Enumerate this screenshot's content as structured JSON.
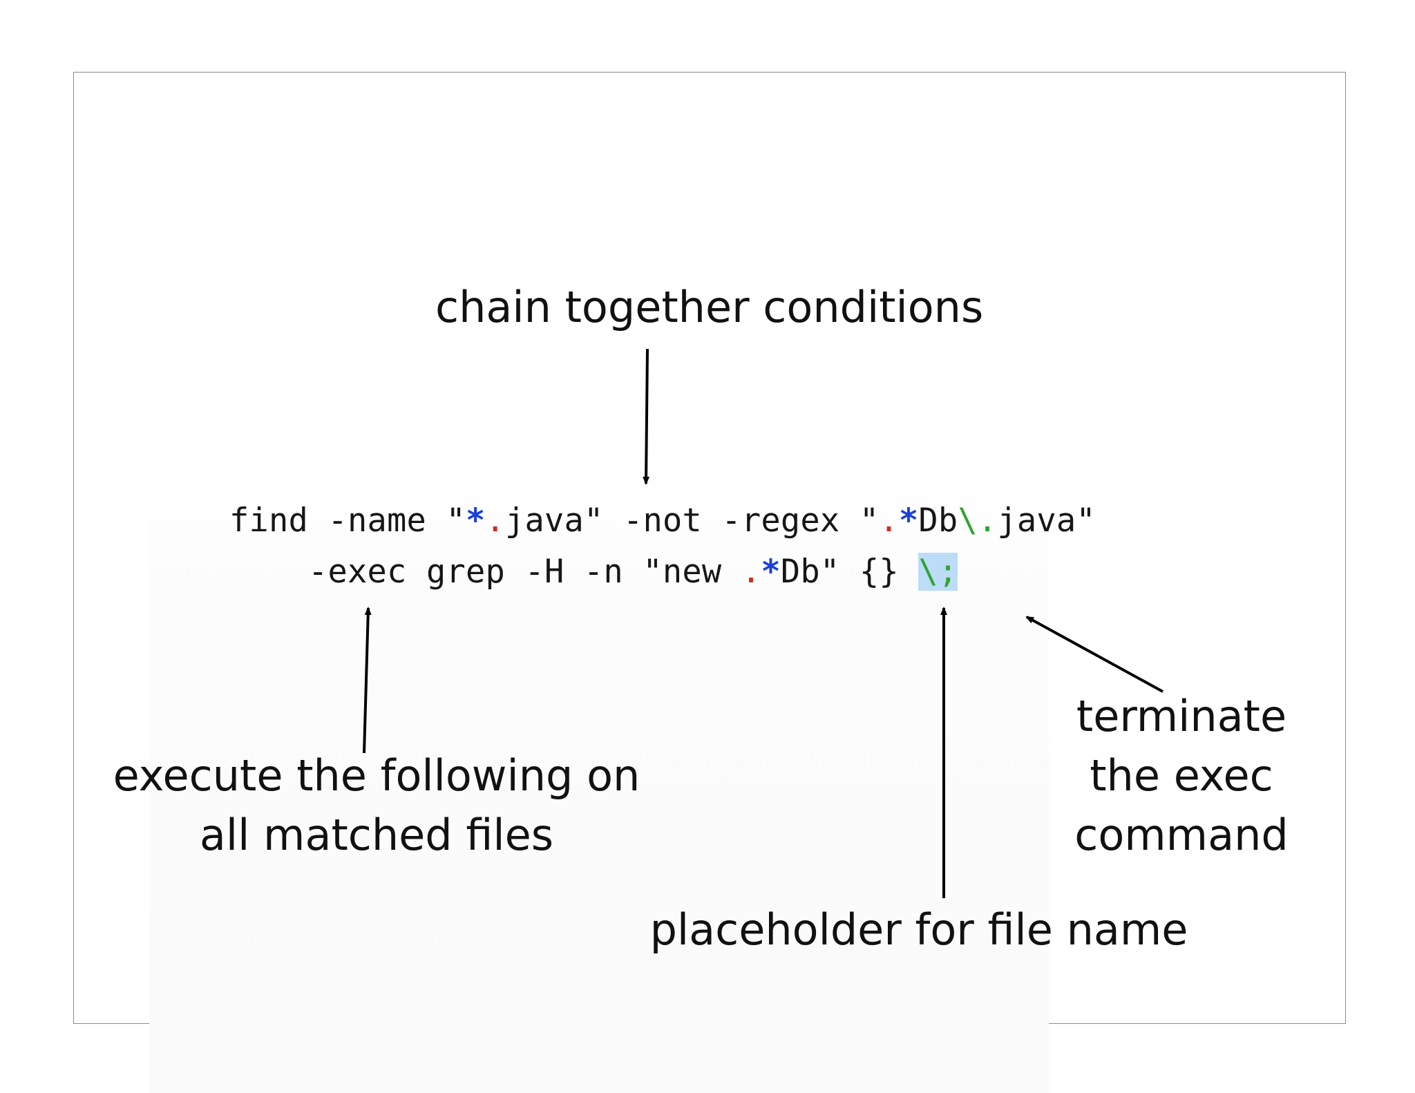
{
  "labels": {
    "chain": "chain together conditions",
    "execute_line1": "execute the following on",
    "execute_line2": "all matched files",
    "terminate_line1": "terminate",
    "terminate_line2": "the exec",
    "terminate_line3": "command",
    "placeholder": "placeholder for file name"
  },
  "code": {
    "line1": {
      "a": "find -name \"",
      "b": "*",
      "c": ".",
      "d": "java\" -not -regex \"",
      "e": ".",
      "f": "*",
      "g": "Db",
      "h": "\\.",
      "i": "java\""
    },
    "line2": {
      "a": "    -exec grep -H -n \"new ",
      "b": ".",
      "c": "*",
      "d": "Db\" {} ",
      "e": "\\;"
    }
  },
  "colors": {
    "operator_blue": "#1b3fdb",
    "dot_red": "#d12b1f",
    "escape_green": "#2fa42f",
    "highlight": "#bcdcf7"
  }
}
